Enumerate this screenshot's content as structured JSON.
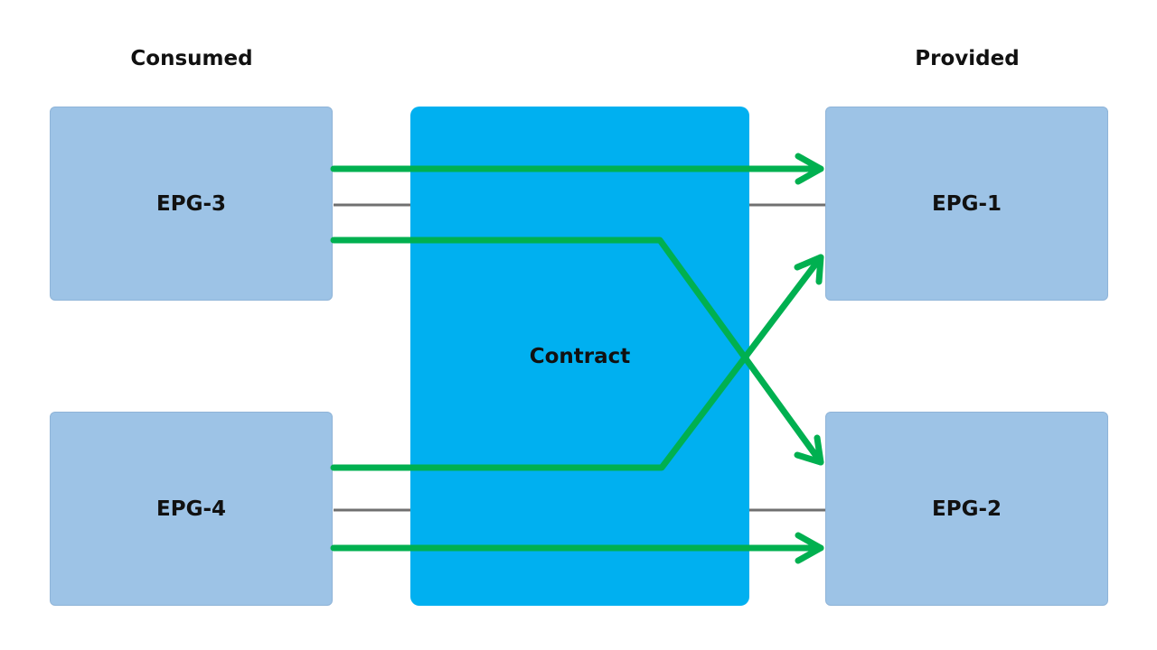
{
  "headers": {
    "consumed": "Consumed",
    "provided": "Provided"
  },
  "nodes": {
    "epg3": "EPG-3",
    "epg4": "EPG-4",
    "epg1": "EPG-1",
    "epg2": "EPG-2",
    "contract": "Contract"
  },
  "colors": {
    "epg_fill": "#9dc3e6",
    "contract_fill": "#00b0f0",
    "flow_arrow": "#00b050",
    "link_line": "#707070"
  }
}
